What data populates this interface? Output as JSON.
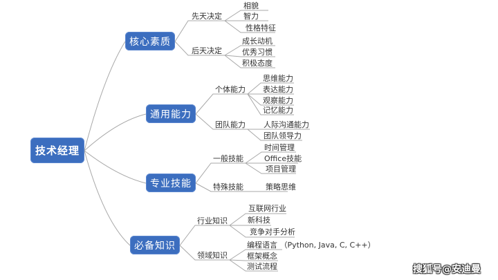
{
  "colors": {
    "node_fill": "#3c6ebf",
    "node_text": "#ffffff",
    "line": "#a8a8a8",
    "label_text": "#333333"
  },
  "root": {
    "label": "技术经理"
  },
  "branches": [
    {
      "label": "核心素质",
      "groups": [
        {
          "label": "先天决定",
          "leaves": [
            "相貌",
            "智力",
            "性格特征"
          ]
        },
        {
          "label": "后天决定",
          "leaves": [
            "成长动机",
            "优秀习惯",
            "积极态度"
          ]
        }
      ]
    },
    {
      "label": "通用能力",
      "groups": [
        {
          "label": "个体能力",
          "leaves": [
            "思维能力",
            "表达能力",
            "观察能力",
            "记忆能力"
          ]
        },
        {
          "label": "团队能力",
          "leaves": [
            "人际沟通能力",
            "团队领导力"
          ]
        }
      ]
    },
    {
      "label": "专业技能",
      "groups": [
        {
          "label": "一般技能",
          "leaves": [
            "时间管理",
            "Office技能",
            "项目管理"
          ]
        },
        {
          "label": "特殊技能",
          "leaves": [
            "策略思维"
          ]
        }
      ]
    },
    {
      "label": "必备知识",
      "groups": [
        {
          "label": "行业知识",
          "leaves": [
            "互联网行业",
            "新科技",
            "竞争对手分析"
          ]
        },
        {
          "label": "领域知识",
          "leaves": [
            "编程语言 （Python, Java, C, C++）",
            "框架概念",
            "测试流程"
          ]
        }
      ]
    }
  ],
  "watermark": "搜狐号@安迪曼"
}
